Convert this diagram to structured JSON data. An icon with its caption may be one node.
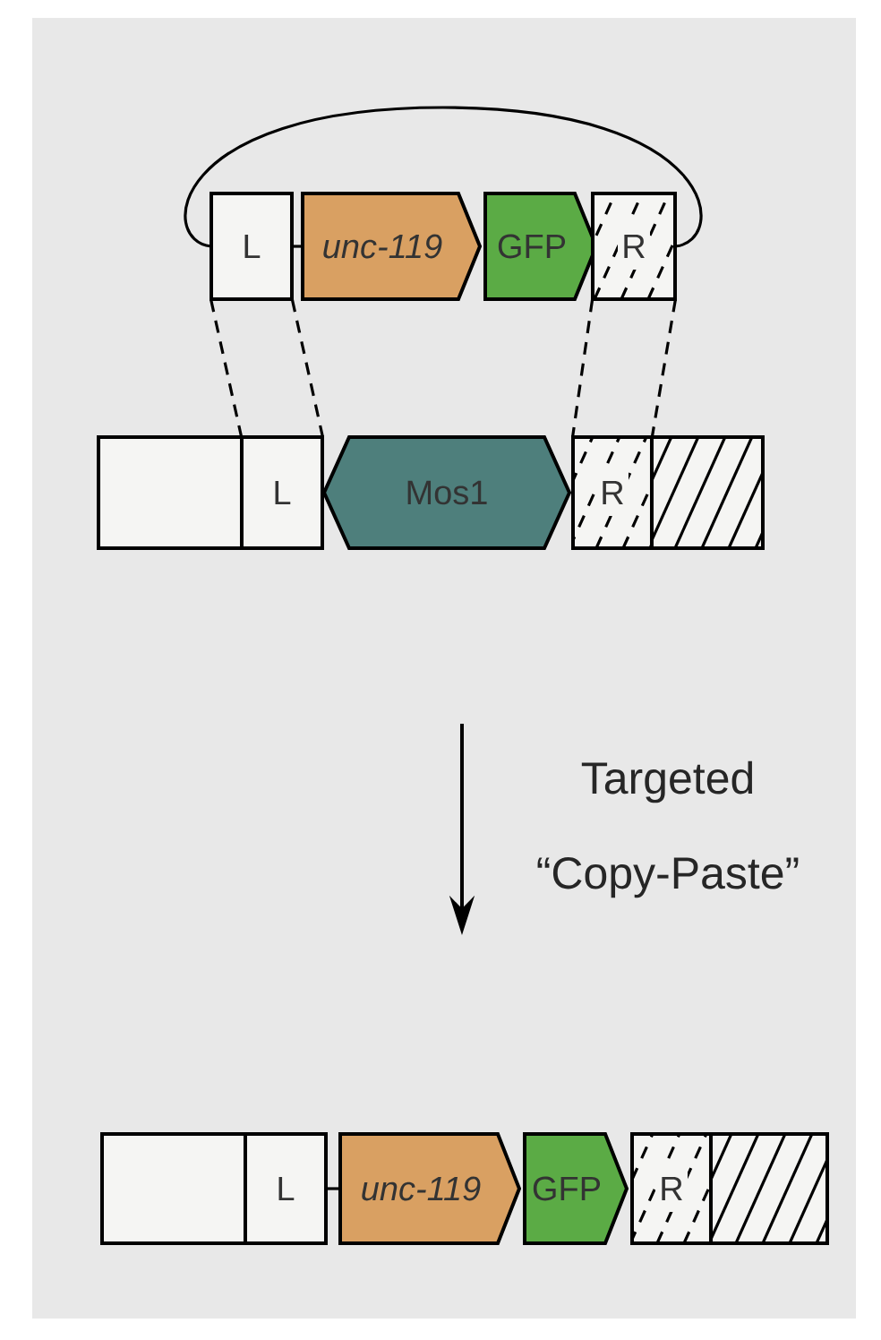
{
  "diagram": {
    "nodes": [
      {
        "text": [
          "L"
        ]
      },
      {
        "text": [
          "unc-119"
        ]
      },
      {
        "text": [
          "GFP"
        ]
      },
      {
        "text": [
          "R"
        ]
      },
      {
        "text": [],
        "shape": "box"
      },
      {
        "text": [
          "L"
        ]
      },
      {
        "text": [
          "Mos1"
        ]
      },
      {
        "text": [
          "R"
        ]
      },
      {
        "text": [],
        "shape": "box"
      },
      {
        "text": [],
        "shape": "box"
      },
      {
        "text": [
          "L"
        ]
      },
      {
        "text": [
          "unc-119"
        ]
      },
      {
        "text": [
          "GFP"
        ]
      },
      {
        "text": [
          "R"
        ]
      },
      {
        "text": [],
        "shape": "box"
      }
    ],
    "edges": [
      {
        "from": 0,
        "to": 3,
        "arrow": "none"
      },
      {
        "from": 0,
        "to": 1,
        "arrow": "none"
      },
      {
        "from": 0,
        "to": 5,
        "arrow": "none",
        "style": "dashed"
      },
      {
        "from": 0,
        "to": 5,
        "arrow": "none",
        "style": "dashed"
      },
      {
        "from": 3,
        "to": 7,
        "arrow": "none",
        "style": "dashed"
      },
      {
        "from": 3,
        "to": 7,
        "arrow": "none",
        "style": "dashed"
      },
      {
        "from": 10,
        "to": 11,
        "arrow": "none"
      }
    ],
    "labels": [
      "Targeted “Copy-Paste”"
    ]
  }
}
